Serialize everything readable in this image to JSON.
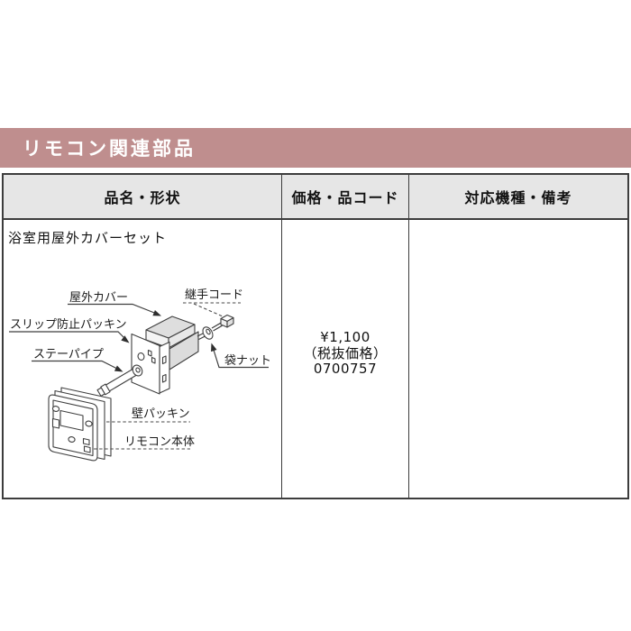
{
  "title_bar": {
    "label": "リモコン関連部品",
    "bg_color": "#bf8e8e",
    "text_color": "#ffffff"
  },
  "table": {
    "border_color": "#3d3d3d",
    "header_bg": "#e6e6e6",
    "headers": [
      {
        "label": "品名・形状"
      },
      {
        "label": "価格・品コード"
      },
      {
        "label": "対応機種・備考"
      }
    ],
    "row": {
      "product_name": "浴室用屋外カバーセット",
      "price": "¥1,100",
      "price_note": "（税抜価格）",
      "product_code": "0700757",
      "remarks": ""
    }
  },
  "diagram": {
    "line_color": "#3f3f3f",
    "labels": {
      "outdoor_cover": "屋外カバー",
      "joint_cord": "継手コード",
      "slip_packing": "スリップ防止パッキン",
      "stay_pipe": "ステーパイプ",
      "cap_nut": "袋ナット",
      "wall_packing": "壁パッキン",
      "remote_body": "リモコン本体"
    }
  }
}
